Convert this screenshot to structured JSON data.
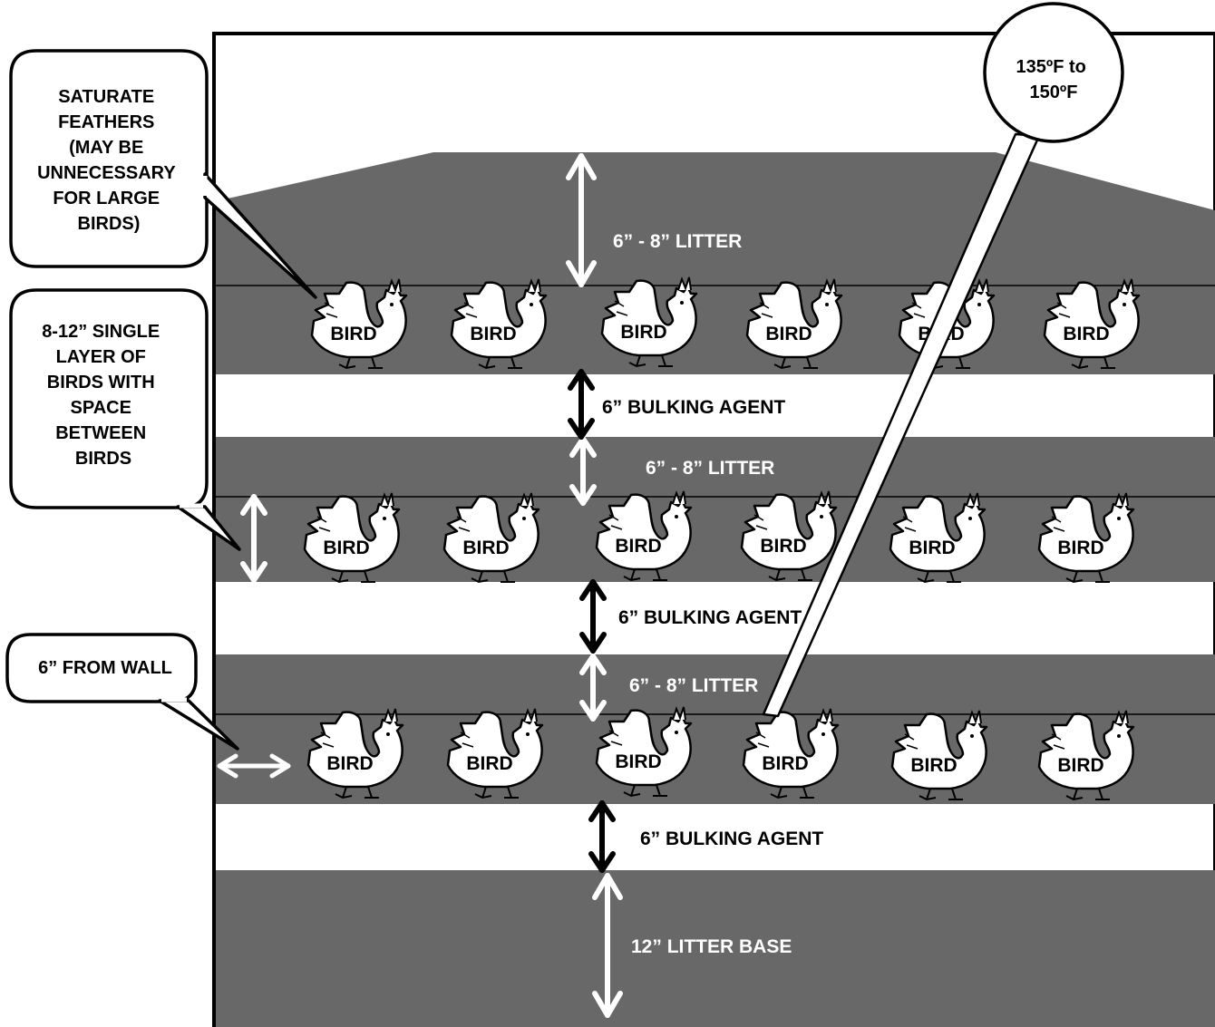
{
  "callouts": {
    "feathers": [
      "SATURATE",
      "FEATHERS",
      "(MAY BE",
      "UNNECESSARY",
      "FOR LARGE",
      "BIRDS)"
    ],
    "layer": [
      "8-12” SINGLE",
      "LAYER OF",
      "BIRDS WITH",
      "SPACE",
      "BETWEEN",
      "BIRDS"
    ],
    "wall": [
      "6” FROM WALL"
    ],
    "temperature": [
      "135ºF to",
      "150ºF"
    ]
  },
  "labels": {
    "litter_top": "6” - 8” LITTER",
    "bulking_1": "6” BULKING AGENT",
    "litter_2": "6” - 8” LITTER",
    "bulking_2": "6” BULKING AGENT",
    "litter_3": "6” - 8” LITTER",
    "bulking_3": "6” BULKING AGENT",
    "litter_base": "12” LITTER BASE"
  },
  "bird_label": "BIRD",
  "bird_rows": [
    {
      "name": "top-row",
      "count": 6
    },
    {
      "name": "middle-row",
      "count": 6
    },
    {
      "name": "bottom-row",
      "count": 6
    }
  ],
  "colors": {
    "litter": "#686869",
    "bulking_agent": "#ffffff",
    "outline": "#000000"
  }
}
